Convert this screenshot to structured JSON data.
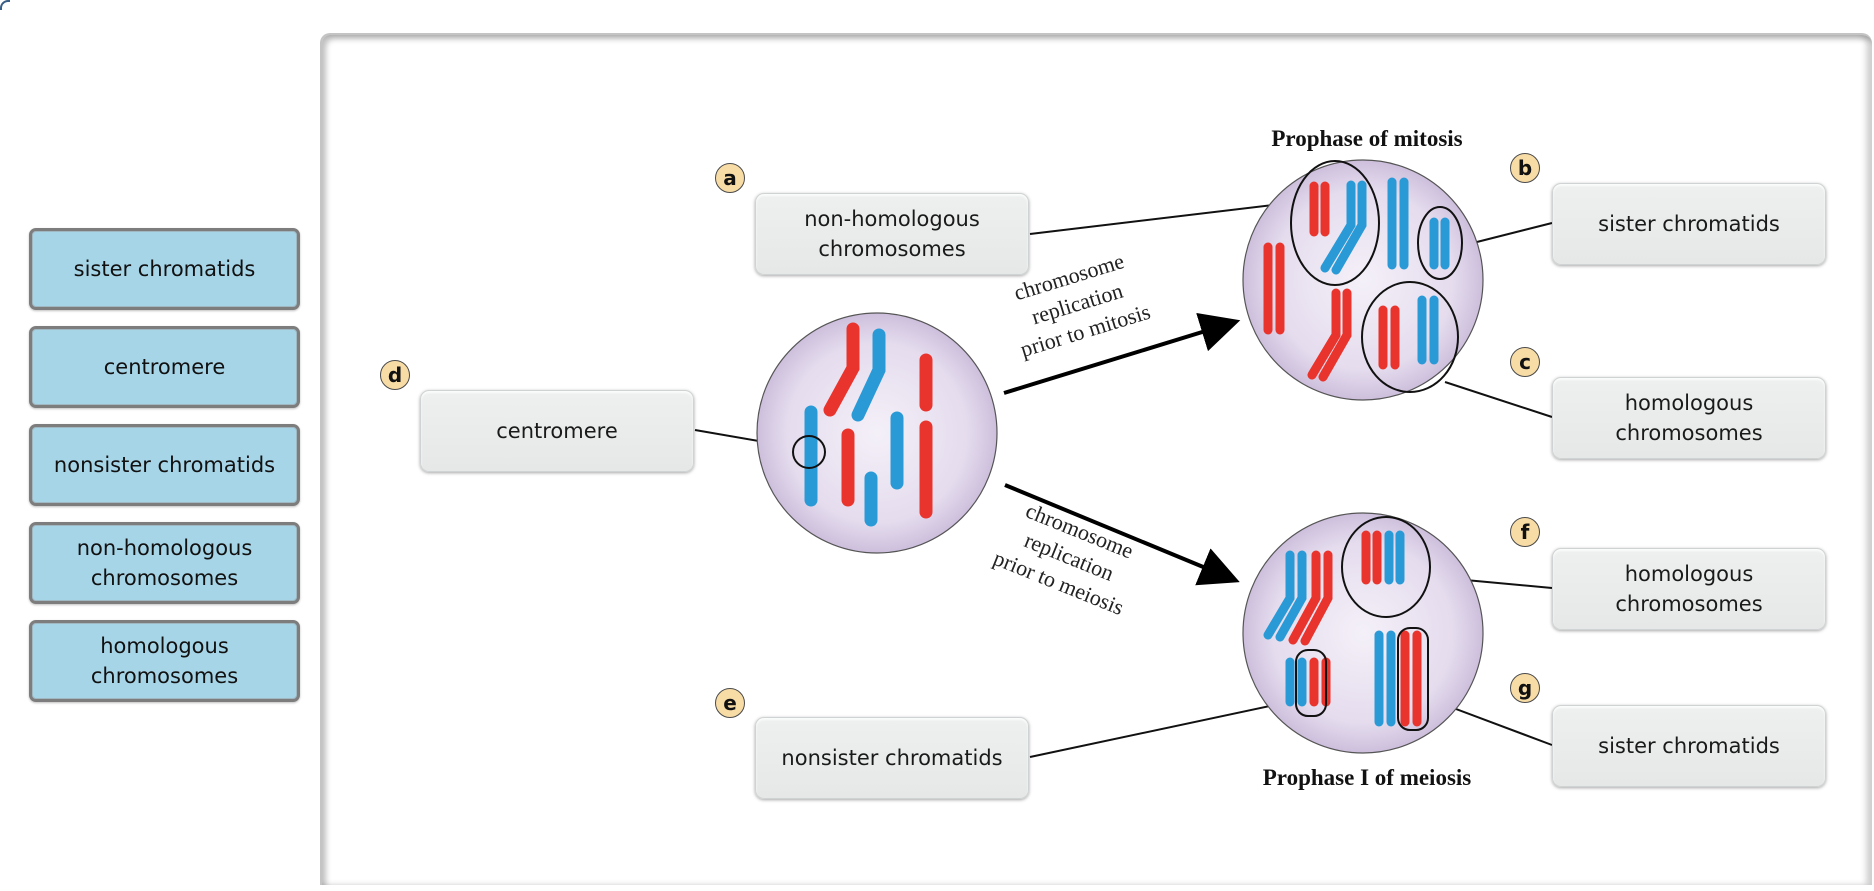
{
  "word_bank": [
    "sister chromatids",
    "centromere",
    "nonsister chromatids",
    "non-homologous\nchromosomes",
    "homologous\nchromosomes"
  ],
  "titles": {
    "mitosis": "Prophase of mitosis",
    "meiosis": "Prophase I of meiosis"
  },
  "arrows": {
    "mitosis": "chromosome\nreplication\nprior to mitosis",
    "meiosis": "chromosome\nreplication\nprior to meiosis"
  },
  "targets": [
    {
      "badge": "a",
      "label": "non-homologous\nchromosomes"
    },
    {
      "badge": "b",
      "label": "sister chromatids"
    },
    {
      "badge": "c",
      "label": "homologous\nchromosomes"
    },
    {
      "badge": "d",
      "label": "centromere"
    },
    {
      "badge": "e",
      "label": "nonsister chromatids"
    },
    {
      "badge": "f",
      "label": "homologous\nchromosomes"
    },
    {
      "badge": "g",
      "label": "sister chromatids"
    }
  ],
  "colors": {
    "tile": "#a7d5e8",
    "drop_zone": "#eceeee",
    "badge": "#f8dca6",
    "cell": "#e6dcee",
    "maternal": "#e8342c",
    "paternal": "#2a9ad6"
  }
}
